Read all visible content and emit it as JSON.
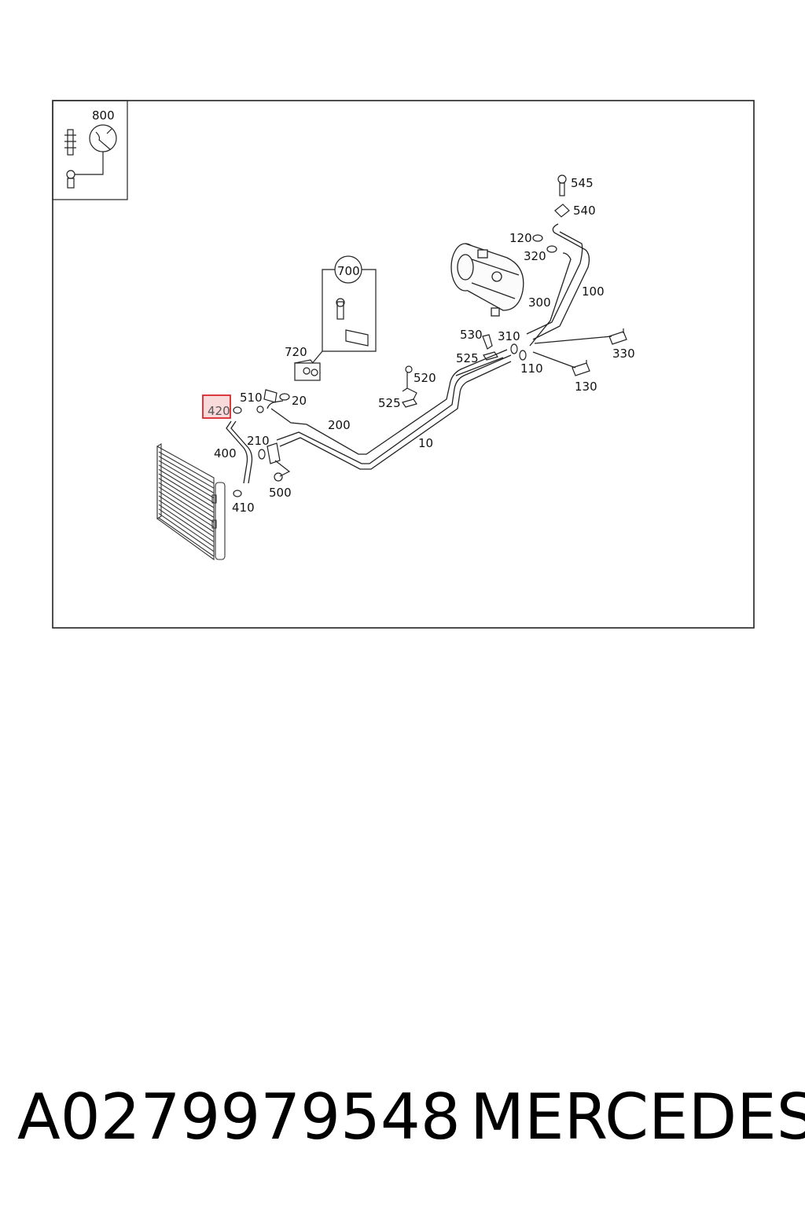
{
  "diagram": {
    "labels": {
      "l800": "800",
      "l700": "700",
      "l720": "720",
      "l545": "545",
      "l540": "540",
      "l120": "120",
      "l320": "320",
      "l300": "300",
      "l100": "100",
      "l530": "530",
      "l310": "310",
      "l525a": "525",
      "l110": "110",
      "l330": "330",
      "l130": "130",
      "l520": "520",
      "l525b": "525",
      "l510": "510",
      "l20": "20",
      "l420": "420",
      "l200": "200",
      "l210": "210",
      "l10": "10",
      "l400": "400",
      "l500": "500",
      "l410": "410"
    },
    "highlight_color": "#d9262c"
  },
  "footer": {
    "part_number": "A0279979548",
    "brand": "MERCEDES"
  }
}
